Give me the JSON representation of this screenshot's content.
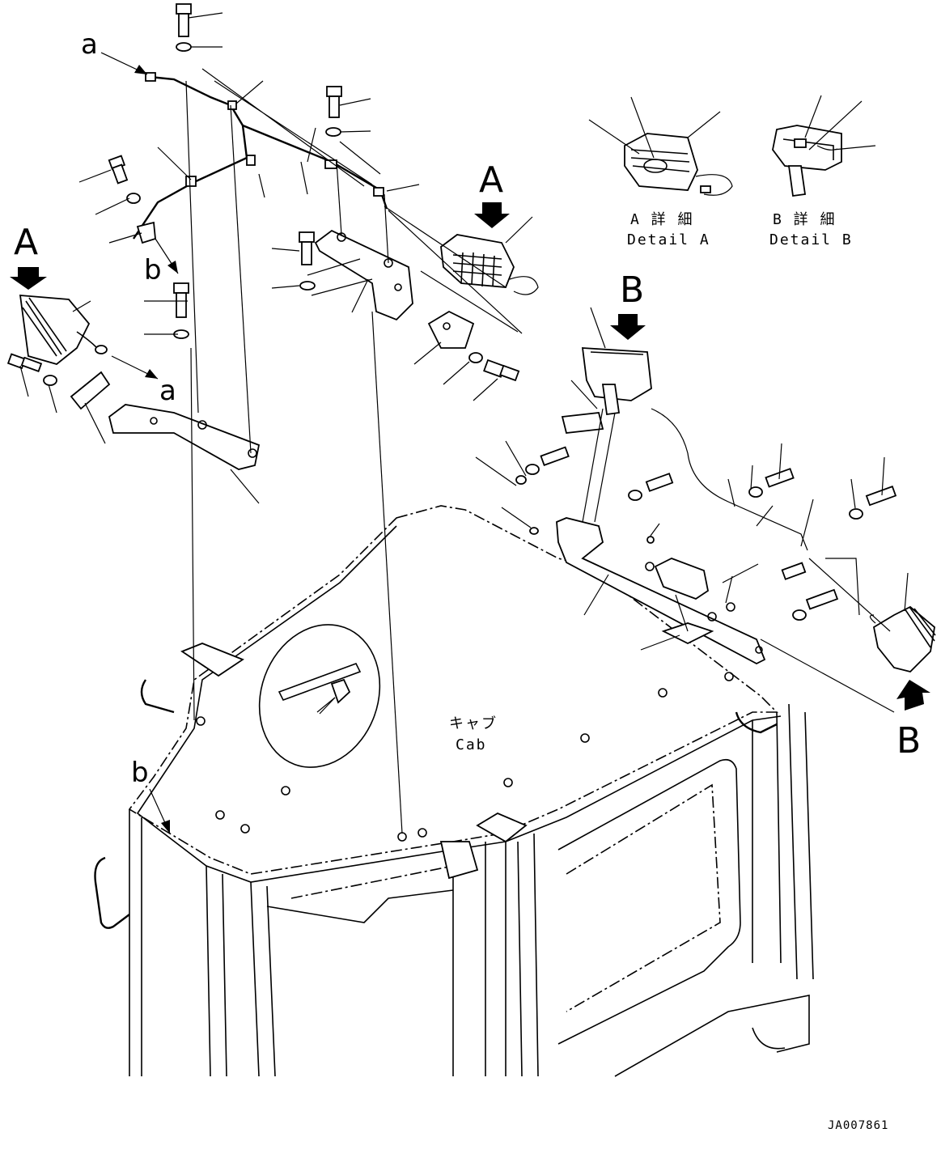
{
  "labels": {
    "callout_a_top": "a",
    "callout_a_mid": "a",
    "callout_b_top": "b",
    "callout_b_cab": "b",
    "view_a_left": "A",
    "view_a_center": "A",
    "view_b_center": "B",
    "view_b_right": "B"
  },
  "details": {
    "detail_a_jp": "A 詳 細",
    "detail_a_en": "Detail A",
    "detail_b_jp": "B 詳 細",
    "detail_b_en": "Detail B"
  },
  "cab": {
    "label_jp": "キャブ",
    "label_en": "Cab"
  },
  "drawing_code": "JA007861"
}
